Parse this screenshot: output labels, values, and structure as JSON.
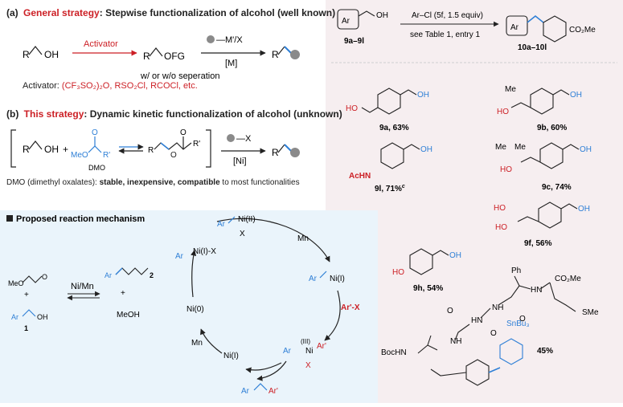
{
  "colors": {
    "red": "#cc1f25",
    "blue": "#2e7fd6",
    "gray_node": "#8a8a8a",
    "panel_right": "#f6eef0",
    "panel_mech": "#eaf4fb",
    "ink": "#222222"
  },
  "section_a": {
    "label": "(a)",
    "highlight": "General strategy",
    "title_rest": ": Stepwise functionalization of alcohol (well known)",
    "activator_arrow": "Activator",
    "reagent_top": "—M'/X",
    "reagent_bottom": "[M]",
    "separation_note": "w/ or w/o seperation",
    "activator_label": "Activator: ",
    "activator_list": "(CF₃SO₂)₂O, RSO₂Cl, RCOCl, etc."
  },
  "section_b": {
    "label": "(b)",
    "highlight": "This strategy",
    "title_rest": ": Dynamic kinetic functionalization of alcohol (unknown)",
    "dmo_label": "DMO",
    "reagent_top": "—X",
    "reagent_bottom": "[Ni]",
    "note_prefix": "DMO (dimethyl oxalates): ",
    "note_bold": "stable, inexpensive, compatible",
    "note_suffix": " to most functionalities"
  },
  "mechanism": {
    "title": "Proposed reaction mechanism",
    "ni_mn": "Ni/Mn",
    "meoh": "MeOH",
    "cmpd1": "1",
    "cmpd2": "2",
    "ar_label": "Ar",
    "ni_ii": "Ni(II)",
    "ni_i_x": "Ni(I)-X",
    "ni_i_ar": "Ni(I)",
    "ni_0": "Ni(0)",
    "ni_i_bottom": "Ni(I)",
    "ni_iii": "(III)",
    "ni": "Ni",
    "x": "X",
    "ar_prime": "Ar'",
    "ar_x": "Ar'-X",
    "mn_top": "Mn",
    "mn_left": "Mn",
    "plus": "+"
  },
  "scheme": {
    "reagent_top": "Ar–Cl (5f, 1.5 equiv)",
    "reagent_bottom": "see Table 1, entry 1",
    "sm_label": "9a–9l",
    "prod_label": "10a–10l",
    "ar": "Ar",
    "co2me": "CO₂Me",
    "oh": "OH"
  },
  "products": [
    {
      "id": "9a",
      "yield": "9a, 63%"
    },
    {
      "id": "9b",
      "yield": "9b, 60%"
    },
    {
      "id": "9l",
      "yield": "9l, 71%",
      "sup": "c"
    },
    {
      "id": "9c",
      "yield": "9c, 74%"
    },
    {
      "id": "9f",
      "yield": "9f, 56%"
    },
    {
      "id": "9h",
      "yield": "9h, 54%"
    },
    {
      "id": "peptide",
      "yield": "45%"
    }
  ],
  "labels": {
    "acHN": "AcHN",
    "ho": "HO",
    "me": "Me",
    "ph": "Ph",
    "co2me": "CO₂Me",
    "sme": "SMe",
    "snbu3": "SnBu₃",
    "bochn": "BocHN",
    "hn": "HN",
    "nh": "NH",
    "o": "O",
    "meo": "MeO",
    "r": "R",
    "rp": "R'",
    "ofg": "OFG"
  }
}
